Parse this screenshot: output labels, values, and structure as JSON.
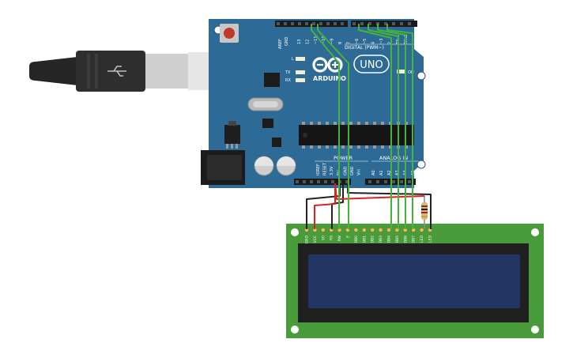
{
  "board": {
    "brand": "ARDUINO",
    "model": "UNO",
    "digital_label": "DIGITAL (PWM~)",
    "power_label": "POWER",
    "analog_label": "ANALOG IN",
    "aref_label": "AREF",
    "gnd_label": "GND",
    "led_l": "L",
    "led_tx": "TX",
    "led_rx": "RX",
    "on_label": "ON",
    "top_pins": [
      "13",
      "12",
      "~11",
      "~10",
      "~9",
      "8",
      "7",
      "~6",
      "~5",
      "4",
      "~3",
      "2",
      "TX▸1",
      "RX◂0"
    ],
    "power_pins": [
      "IOREF",
      "RESET",
      "3.3V",
      "5V",
      "GND",
      "GND",
      "Vin"
    ],
    "analog_pins": [
      "A0",
      "A1",
      "A2",
      "A3",
      "A4",
      "A5"
    ]
  },
  "lcd": {
    "pins": [
      "GND",
      "VCC",
      "V0",
      "RS",
      "RW",
      "E",
      "DB0",
      "DB1",
      "DB2",
      "DB3",
      "DB4",
      "DB5",
      "DB6",
      "DB7",
      "LED",
      "LED"
    ]
  },
  "colors": {
    "board": "#2d6b96",
    "pcb_green": "#4a9b3b",
    "lcd_screen": "#223562",
    "wire_green": "#46b33a",
    "wire_red": "#e02020",
    "wire_black": "#222222",
    "usb_cable": "#2a2a2a"
  }
}
